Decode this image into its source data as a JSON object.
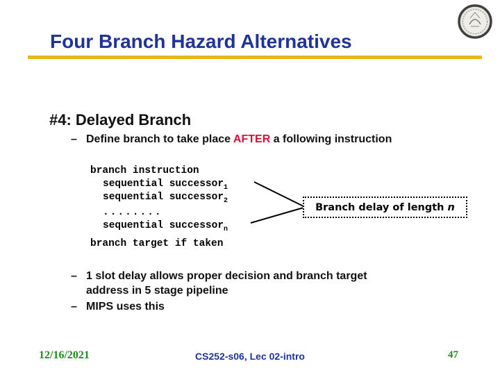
{
  "colors": {
    "title_blue": "#1f3399",
    "rule_gold": "#edb51c",
    "accent_red": "#d90c3c",
    "footer_green": "#1f8c1f",
    "text_black": "#000000"
  },
  "header": {
    "title": "Four Branch Hazard Alternatives"
  },
  "content": {
    "heading": "#4: Delayed Branch",
    "bullet_define": {
      "dash": "–",
      "pre": "Define branch to take place ",
      "highlight": "AFTER",
      "post": " a following instruction"
    },
    "code": {
      "line_branch": "branch instruction",
      "successor_prefix": "sequential successor",
      "subscripts": [
        "1",
        "2",
        "n"
      ],
      "dots_line": "........",
      "line_target": "branch target if taken"
    },
    "callout": {
      "label": "Branch delay of length ",
      "variable": "n"
    },
    "bullet_slot": {
      "dash": "–",
      "text": "1 slot delay allows proper decision and branch target address in 5 stage pipeline"
    },
    "bullet_mips": {
      "dash": "–",
      "text": "MIPS uses this"
    }
  },
  "footer": {
    "date": "12/16/2021",
    "course": "CS252-s06, Lec 02-intro",
    "page": "47"
  }
}
